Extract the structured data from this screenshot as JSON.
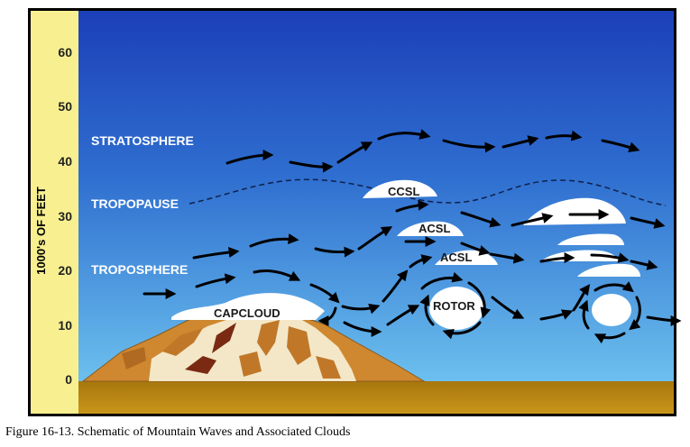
{
  "axis": {
    "ylabel": "1000's OF FEET",
    "ticks": [
      "60",
      "50",
      "40",
      "30",
      "20",
      "10",
      "0"
    ]
  },
  "layers": {
    "stratosphere": "STRATOSPHERE",
    "tropopause": "TROPOPAUSE",
    "troposphere": "TROPOSPHERE"
  },
  "clouds": {
    "cap": "CAPCLOUD",
    "ccsl": "CCSL",
    "acsl_upper": "ACSL",
    "acsl_lower": "ACSL",
    "rotor": "ROTOR"
  },
  "caption": "Figure 16-13. Schematic of Mountain Waves and Associated Clouds",
  "colors": {
    "axis_band": "#f8f090",
    "sky_top": "#1c3fb8",
    "sky_bottom": "#5fb4ea",
    "ground": "#b8860b",
    "mountain": "#d08a30",
    "snow": "#f3e7c8",
    "cloud": "#ffffff",
    "arrow": "#000000",
    "label": "#ffffff"
  }
}
